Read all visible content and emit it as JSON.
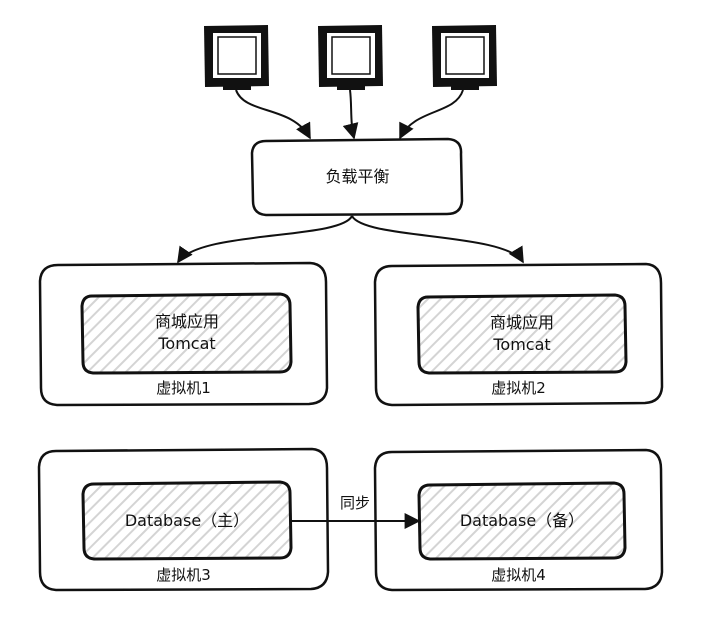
{
  "load_balancer": {
    "label": "负载平衡"
  },
  "vm1": {
    "label": "虚拟机1",
    "app_line1": "商城应用",
    "app_line2": "Tomcat"
  },
  "vm2": {
    "label": "虚拟机2",
    "app_line1": "商城应用",
    "app_line2": "Tomcat"
  },
  "vm3": {
    "label": "虚拟机3",
    "db_label": "Database（主）"
  },
  "vm4": {
    "label": "虚拟机4",
    "db_label": "Database（备）"
  },
  "sync": {
    "label": "同步"
  },
  "colors": {
    "stroke": "#111111",
    "hatch": "#d4d4d4",
    "background": "#ffffff"
  },
  "icons": [
    "monitor-icon",
    "monitor-icon",
    "monitor-icon"
  ]
}
